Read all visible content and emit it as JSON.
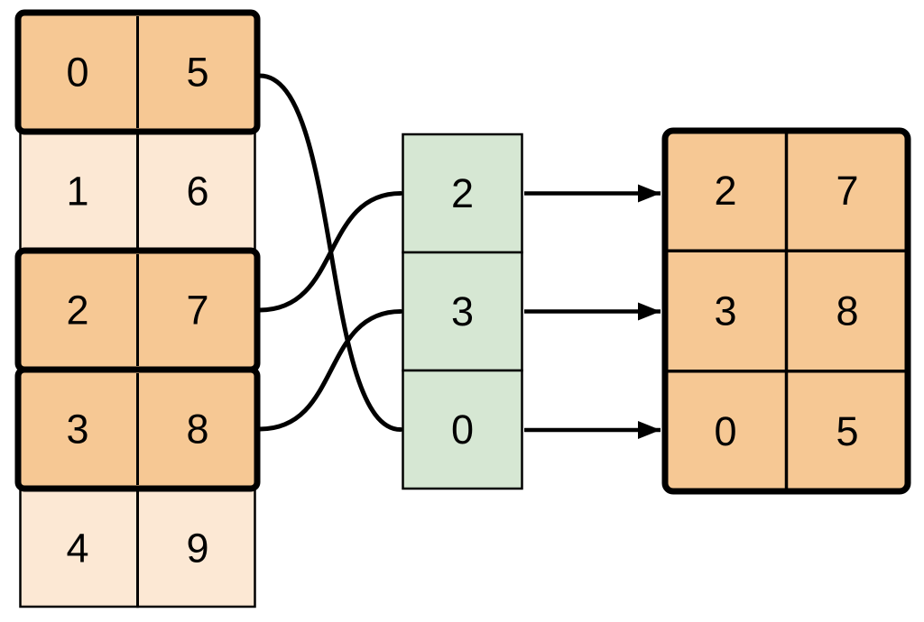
{
  "diagram": {
    "type": "row-gather-indexing",
    "source_table": {
      "columns": 2,
      "rows": [
        {
          "cells": [
            "0",
            "5"
          ],
          "selected": true
        },
        {
          "cells": [
            "1",
            "6"
          ],
          "selected": false
        },
        {
          "cells": [
            "2",
            "7"
          ],
          "selected": true
        },
        {
          "cells": [
            "3",
            "8"
          ],
          "selected": true
        },
        {
          "cells": [
            "4",
            "9"
          ],
          "selected": false
        }
      ]
    },
    "index_column": {
      "cells": [
        "2",
        "3",
        "0"
      ]
    },
    "result_table": {
      "columns": 2,
      "rows": [
        {
          "cells": [
            "2",
            "7"
          ]
        },
        {
          "cells": [
            "3",
            "8"
          ]
        },
        {
          "cells": [
            "0",
            "5"
          ]
        }
      ]
    },
    "connections": {
      "source_to_index": [
        {
          "source_row": "0",
          "index_cell": "0"
        },
        {
          "source_row": "2",
          "index_cell": "2"
        },
        {
          "source_row": "3",
          "index_cell": "3"
        }
      ],
      "index_to_result": [
        {
          "index_cell": "2",
          "result_row": "0"
        },
        {
          "index_cell": "3",
          "result_row": "1"
        },
        {
          "index_cell": "0",
          "result_row": "2"
        }
      ]
    },
    "colors": {
      "selected_fill": "#f6c894",
      "unselected_fill": "#fce8d4",
      "index_fill": "#d6e7d3",
      "line": "#000000"
    }
  }
}
